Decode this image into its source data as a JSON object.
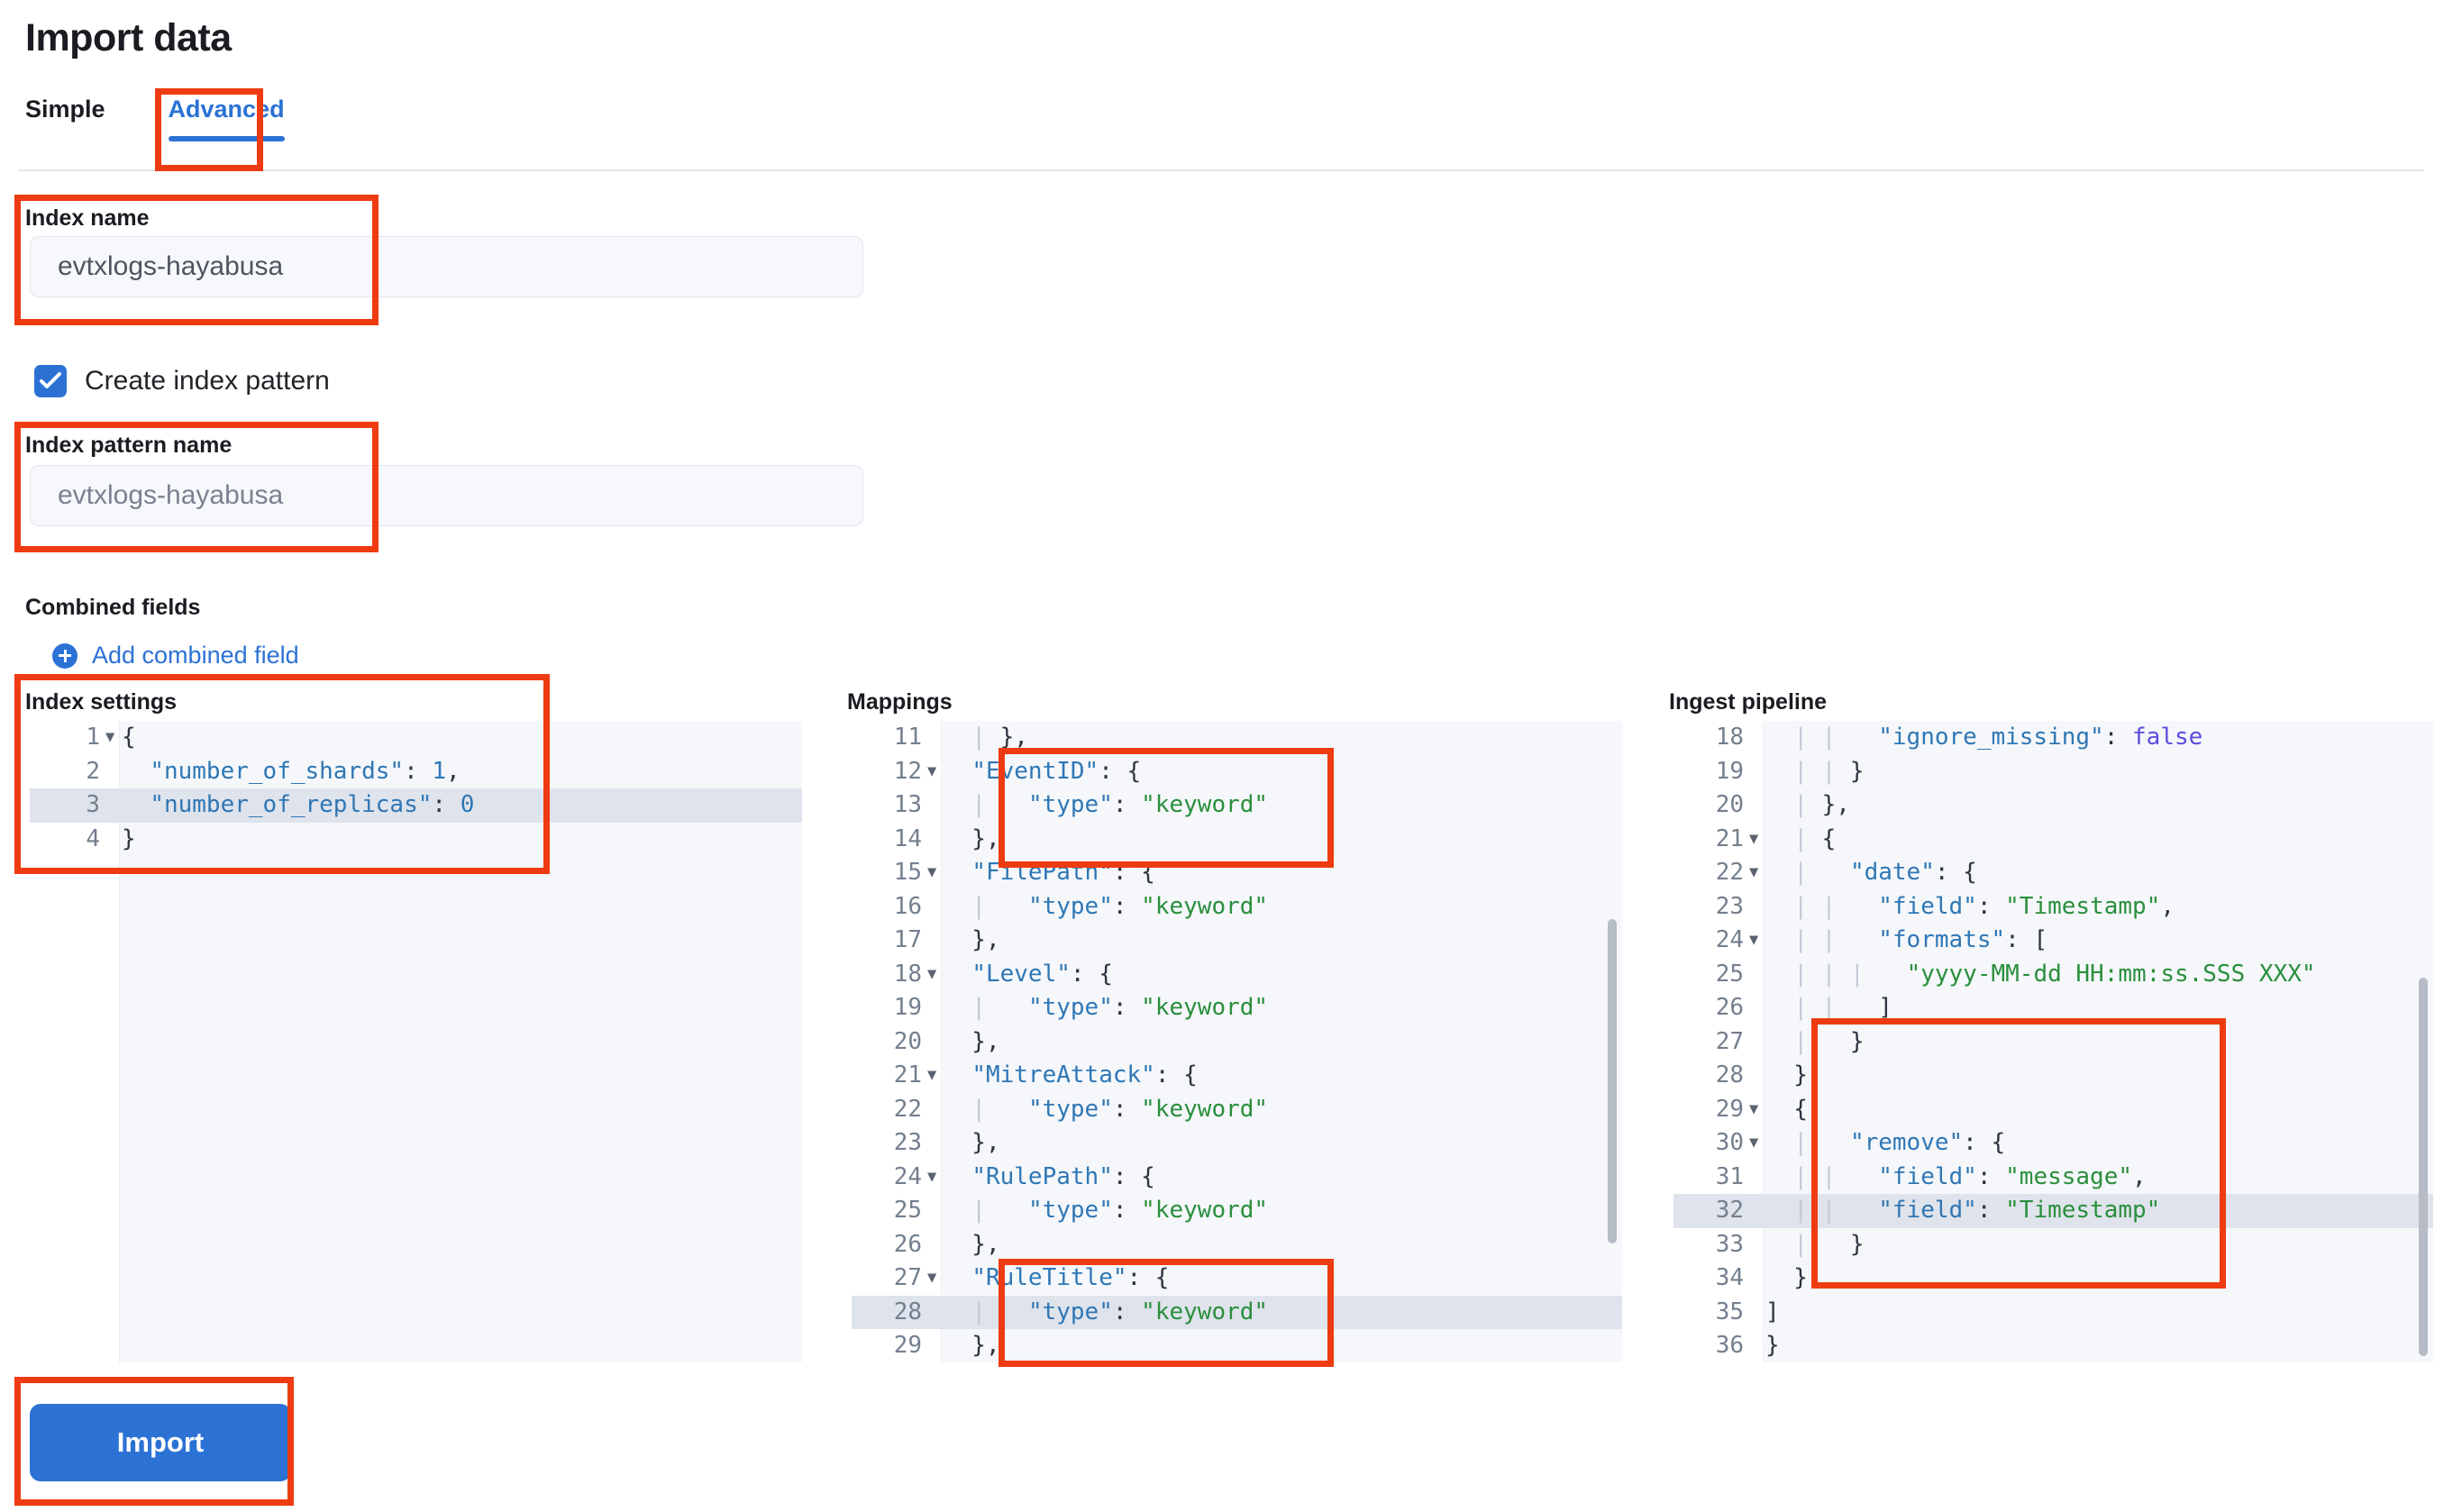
{
  "page": {
    "title": "Import data"
  },
  "tabs": [
    {
      "label": "Simple",
      "active": false
    },
    {
      "label": "Advanced",
      "active": true
    }
  ],
  "index_name": {
    "label": "Index name",
    "value": "evtxlogs-hayabusa"
  },
  "create_index_pattern": {
    "label": "Create index pattern",
    "checked": true
  },
  "index_pattern_name": {
    "label": "Index pattern name",
    "placeholder": "evtxlogs-hayabusa"
  },
  "combined_fields": {
    "heading": "Combined fields",
    "add_link": "Add combined field"
  },
  "index_settings": {
    "heading": "Index settings",
    "lines": [
      {
        "n": "1",
        "fold": true,
        "highlight": false,
        "text": "{"
      },
      {
        "n": "2",
        "fold": false,
        "highlight": false,
        "text": "  \"number_of_shards\": 1,"
      },
      {
        "n": "3",
        "fold": false,
        "highlight": true,
        "text": "  \"number_of_replicas\": 0"
      },
      {
        "n": "4",
        "fold": false,
        "highlight": false,
        "text": "}"
      }
    ]
  },
  "mappings": {
    "heading": "Mappings",
    "lines": [
      {
        "n": "11",
        "fold": false,
        "highlight": false,
        "text": "  | },"
      },
      {
        "n": "12",
        "fold": true,
        "highlight": false,
        "text": "  \"EventID\": {"
      },
      {
        "n": "13",
        "fold": false,
        "highlight": false,
        "text": "  |   \"type\": \"keyword\""
      },
      {
        "n": "14",
        "fold": false,
        "highlight": false,
        "text": "  },"
      },
      {
        "n": "15",
        "fold": true,
        "highlight": false,
        "text": "  \"FilePath\": {"
      },
      {
        "n": "16",
        "fold": false,
        "highlight": false,
        "text": "  |   \"type\": \"keyword\""
      },
      {
        "n": "17",
        "fold": false,
        "highlight": false,
        "text": "  },"
      },
      {
        "n": "18",
        "fold": true,
        "highlight": false,
        "text": "  \"Level\": {"
      },
      {
        "n": "19",
        "fold": false,
        "highlight": false,
        "text": "  |   \"type\": \"keyword\""
      },
      {
        "n": "20",
        "fold": false,
        "highlight": false,
        "text": "  },"
      },
      {
        "n": "21",
        "fold": true,
        "highlight": false,
        "text": "  \"MitreAttack\": {"
      },
      {
        "n": "22",
        "fold": false,
        "highlight": false,
        "text": "  |   \"type\": \"keyword\""
      },
      {
        "n": "23",
        "fold": false,
        "highlight": false,
        "text": "  },"
      },
      {
        "n": "24",
        "fold": true,
        "highlight": false,
        "text": "  \"RulePath\": {"
      },
      {
        "n": "25",
        "fold": false,
        "highlight": false,
        "text": "  |   \"type\": \"keyword\""
      },
      {
        "n": "26",
        "fold": false,
        "highlight": false,
        "text": "  },"
      },
      {
        "n": "27",
        "fold": true,
        "highlight": false,
        "text": "  \"RuleTitle\": {"
      },
      {
        "n": "28",
        "fold": false,
        "highlight": true,
        "text": "  |   \"type\": \"keyword\""
      },
      {
        "n": "29",
        "fold": false,
        "highlight": false,
        "text": "  },"
      }
    ]
  },
  "ingest_pipeline": {
    "heading": "Ingest pipeline",
    "lines": [
      {
        "n": "18",
        "fold": false,
        "highlight": false,
        "text": "  | |   \"ignore_missing\": false"
      },
      {
        "n": "19",
        "fold": false,
        "highlight": false,
        "text": "  | | }"
      },
      {
        "n": "20",
        "fold": false,
        "highlight": false,
        "text": "  | },"
      },
      {
        "n": "21",
        "fold": true,
        "highlight": false,
        "text": "  | {"
      },
      {
        "n": "22",
        "fold": true,
        "highlight": false,
        "text": "  |   \"date\": {"
      },
      {
        "n": "23",
        "fold": false,
        "highlight": false,
        "text": "  | |   \"field\": \"Timestamp\","
      },
      {
        "n": "24",
        "fold": true,
        "highlight": false,
        "text": "  | |   \"formats\": ["
      },
      {
        "n": "25",
        "fold": false,
        "highlight": false,
        "text": "  | | |   \"yyyy-MM-dd HH:mm:ss.SSS XXX\""
      },
      {
        "n": "26",
        "fold": false,
        "highlight": false,
        "text": "  | |   ]"
      },
      {
        "n": "27",
        "fold": false,
        "highlight": false,
        "text": "  |   }"
      },
      {
        "n": "28",
        "fold": false,
        "highlight": false,
        "text": "  },"
      },
      {
        "n": "29",
        "fold": true,
        "highlight": false,
        "text": "  {"
      },
      {
        "n": "30",
        "fold": true,
        "highlight": false,
        "text": "  |   \"remove\": {"
      },
      {
        "n": "31",
        "fold": false,
        "highlight": false,
        "text": "  | |   \"field\": \"message\","
      },
      {
        "n": "32",
        "fold": false,
        "highlight": true,
        "text": "  | |   \"field\": \"Timestamp\""
      },
      {
        "n": "33",
        "fold": false,
        "highlight": false,
        "text": "  |   }"
      },
      {
        "n": "34",
        "fold": false,
        "highlight": false,
        "text": "  }"
      },
      {
        "n": "35",
        "fold": false,
        "highlight": false,
        "text": "]"
      },
      {
        "n": "36",
        "fold": false,
        "highlight": false,
        "text": "}"
      }
    ]
  },
  "actions": {
    "import_label": "Import"
  },
  "colors": {
    "accent": "#2b72d4",
    "annotation": "#ee3b11",
    "editor_bg": "#f5f7fa",
    "highlight_row": "#dfe3ec",
    "string_green": "#2a8f3c",
    "key_blue": "#2f77b5",
    "bool_purple": "#5b4de0"
  }
}
